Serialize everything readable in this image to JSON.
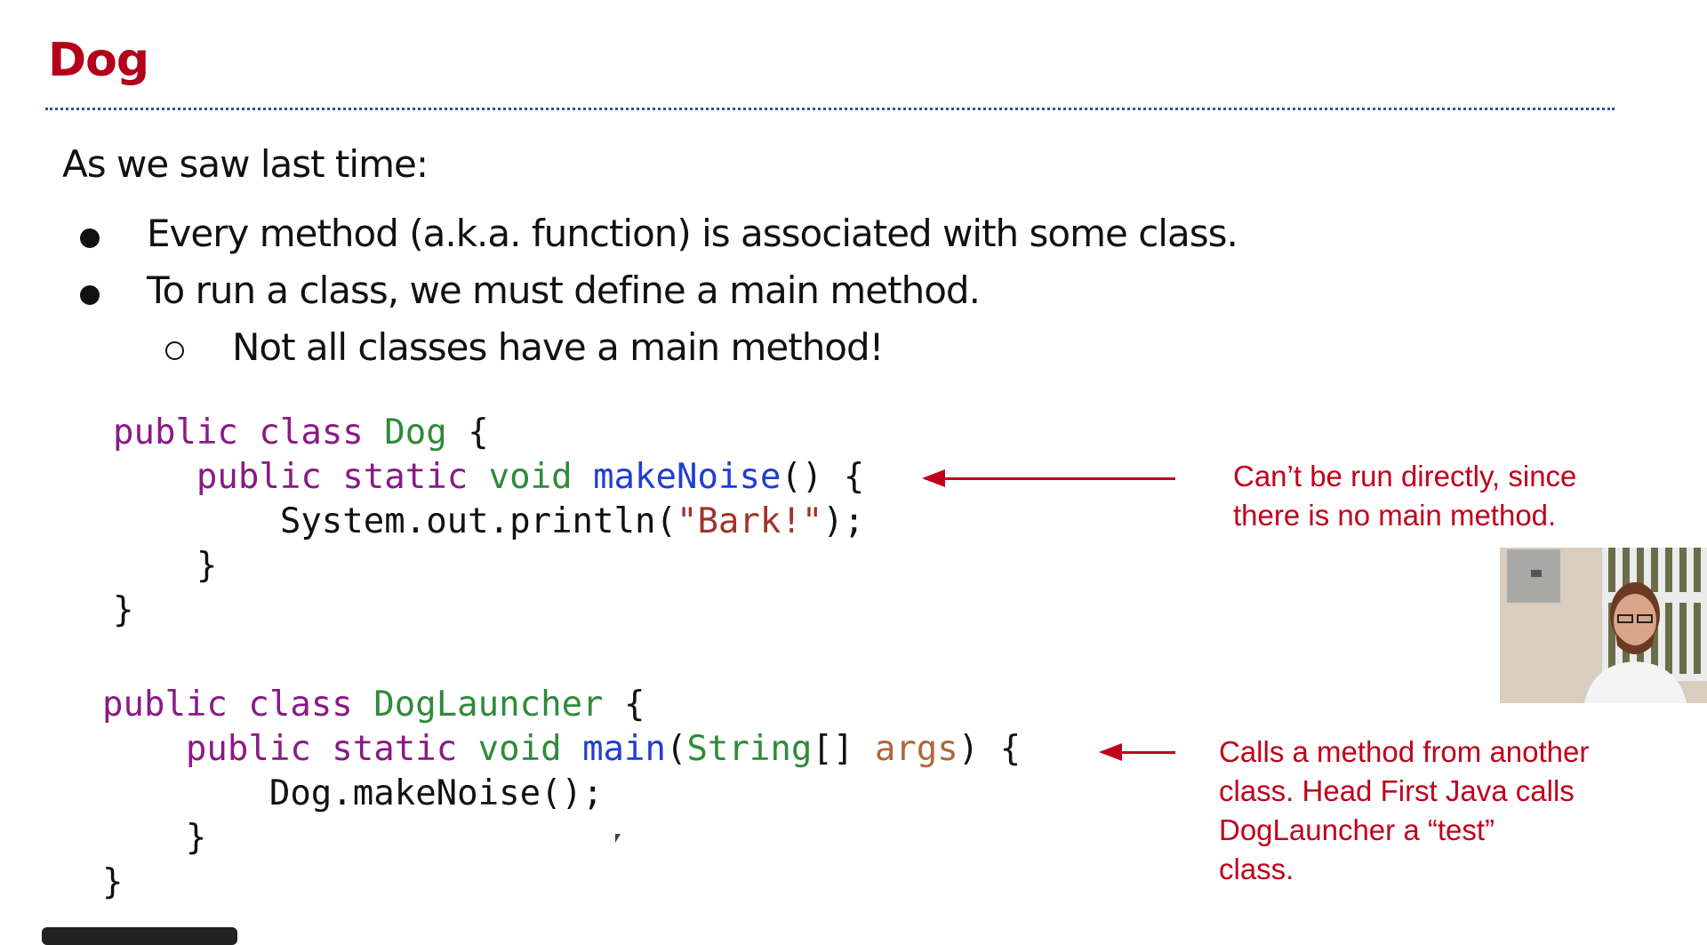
{
  "slide": {
    "title": "Dog",
    "intro": "As we saw last time:",
    "bullets": [
      "Every method (a.k.a. function) is associated with some class.",
      "To run a class, we must define a main method."
    ],
    "sub_bullets": [
      "Not all classes have a main method!"
    ]
  },
  "code_blocks": [
    {
      "lines": [
        [
          [
            "public",
            "kw"
          ],
          [
            " ",
            "pl"
          ],
          [
            "class",
            "kw"
          ],
          [
            " ",
            "pl"
          ],
          [
            "Dog",
            "ty"
          ],
          [
            " {",
            "pl"
          ]
        ],
        [
          [
            "    ",
            "pl"
          ],
          [
            "public",
            "kw"
          ],
          [
            " ",
            "pl"
          ],
          [
            "static",
            "kw"
          ],
          [
            " ",
            "pl"
          ],
          [
            "void",
            "ty"
          ],
          [
            " ",
            "pl"
          ],
          [
            "makeNoise",
            "fn"
          ],
          [
            "() {",
            "pl"
          ]
        ],
        [
          [
            "        System.out.println(",
            "pl"
          ],
          [
            "\"Bark!\"",
            "str"
          ],
          [
            ");",
            "pl"
          ]
        ],
        [
          [
            "    }",
            "pl"
          ]
        ],
        [
          [
            "}",
            "pl"
          ]
        ]
      ]
    },
    {
      "lines": [
        [
          [
            "public",
            "kw"
          ],
          [
            " ",
            "pl"
          ],
          [
            "class",
            "kw"
          ],
          [
            " ",
            "pl"
          ],
          [
            "DogLauncher",
            "ty"
          ],
          [
            " {",
            "pl"
          ]
        ],
        [
          [
            "    ",
            "pl"
          ],
          [
            "public",
            "kw"
          ],
          [
            " ",
            "pl"
          ],
          [
            "static",
            "kw"
          ],
          [
            " ",
            "pl"
          ],
          [
            "void",
            "ty"
          ],
          [
            " ",
            "pl"
          ],
          [
            "main",
            "fn"
          ],
          [
            "(",
            "pl"
          ],
          [
            "String",
            "ty"
          ],
          [
            "[] ",
            "pl"
          ],
          [
            "args",
            "arg"
          ],
          [
            ") {",
            "pl"
          ]
        ],
        [
          [
            "        Dog.makeNoise();",
            "pl"
          ]
        ],
        [
          [
            "    }",
            "pl"
          ]
        ],
        [
          [
            "}",
            "pl"
          ]
        ]
      ]
    }
  ],
  "annotations": [
    "Can’t be run directly, since\nthere is no main method.",
    "Calls a method from another\nclass. Head First Java calls\nDogLauncher a “test”\nclass."
  ],
  "colors": {
    "title": "#b3001b",
    "annotation": "#c0001a",
    "keyword": "#8a1a86",
    "type": "#2e8b3a",
    "method": "#1f3fd1",
    "string": "#a0332a",
    "divider": "#2b4f9e"
  }
}
